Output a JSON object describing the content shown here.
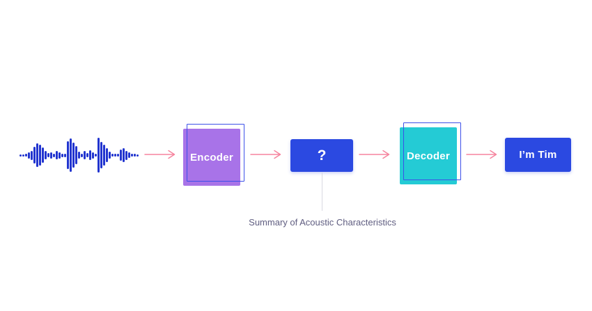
{
  "colors": {
    "primary-blue": "#2b49e1",
    "purple": "#a873e8",
    "teal": "#24cbd5",
    "outline-blue": "#3c50e8",
    "arrow-pink": "#f5839d",
    "wave-blue": "#2134cf",
    "annotation-gray": "#5f5d80",
    "connector-gray": "#d9d9e2",
    "bg": "#ffffff"
  },
  "chart_data": {
    "type": "diagram",
    "flow": [
      "audio-waveform",
      "Encoder",
      "?",
      "Decoder",
      "I’m Tim"
    ],
    "annotation_target": "?"
  },
  "waveform": {
    "bar_heights": [
      3,
      3,
      4,
      9,
      13,
      24,
      34,
      30,
      22,
      12,
      6,
      9,
      5,
      12,
      9,
      5,
      5,
      40,
      48,
      36,
      26,
      10,
      5,
      12,
      6,
      14,
      9,
      4,
      50,
      38,
      30,
      20,
      10,
      4,
      4,
      4,
      16,
      20,
      13,
      8,
      4,
      4,
      3
    ]
  },
  "nodes": {
    "encoder": {
      "label": "Encoder"
    },
    "bottleneck": {
      "label": "?"
    },
    "decoder": {
      "label": "Decoder"
    },
    "output": {
      "label": "I’m Tim"
    }
  },
  "annotation": {
    "label": "Summary of Acoustic Characteristics"
  }
}
